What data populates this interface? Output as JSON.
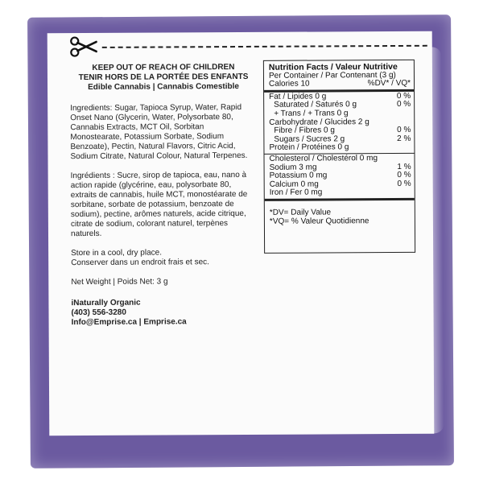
{
  "colors": {
    "pouch": "#6b5aa0",
    "label": "#fbfbfb",
    "text": "#222222"
  },
  "icons": {
    "scissors": "scissors-icon"
  },
  "warning": {
    "line1": "KEEP OUT OF REACH OF CHILDREN",
    "line2": "TENIR HORS DE LA PORTÉE DES ENFANTS",
    "line3": "Edible Cannabis | Cannabis Comestible"
  },
  "ingredients_en": "Ingredients: Sugar, Tapioca Syrup, Water, Rapid Onset Nano (Glycerin, Water, Polysorbate 80, Cannabis Extracts, MCT Oil, Sorbitan Monostearate, Potassium Sorbate, Sodium Benzoate), Pectin, Natural Flavors, Citric Acid, Sodium Citrate, Natural Colour, Natural Terpenes.",
  "ingredients_fr": "Ingrédients : Sucre, sirop de tapioca, eau, nano à action rapide (glycérine, eau, polysorbate 80, extraits de cannabis, huile MCT, monostéarate de sorbitane, sorbate de potassium, benzoate de sodium), pectine, arômes naturels, acide citrique, citrate de sodium, colorant naturel, terpènes naturels.",
  "storage": {
    "en": "Store in a cool, dry place.",
    "fr": "Conserver dans un endroit frais et sec."
  },
  "net_weight": "Net Weight | Poids Net: 3 g",
  "company": {
    "name": "iNaturally Organic",
    "phone": "(403) 556-3280",
    "contact": "Info@Emprise.ca | Emprise.ca"
  },
  "nutrition": {
    "title": "Nutrition Facts / Valeur Nutritive",
    "per": "Per Container / Par Contenant (3 g)",
    "calories": "Calories 10",
    "dv_header": "%DV* / VQ*",
    "rows": [
      {
        "label": "Fat / Lipides 0 g",
        "value": "0 %"
      },
      {
        "label": "Saturated / Saturés 0 g",
        "value": "0 %"
      },
      {
        "label": "+ Trans / + Trans 0 g",
        "value": ""
      },
      {
        "label": "Carbohydrate / Glucides 2 g",
        "value": ""
      },
      {
        "label": "Fibre / Fibres 0 g",
        "value": "0 %"
      },
      {
        "label": "Sugars / Sucres 2 g",
        "value": "2 %"
      },
      {
        "label": "Protein / Protéines 0 g",
        "value": ""
      },
      {
        "label": "Cholesterol / Cholestérol 0 mg",
        "value": ""
      },
      {
        "label": "Sodium 3 mg",
        "value": "1 %"
      },
      {
        "label": "Potassium 0 mg",
        "value": "0 %"
      },
      {
        "label": "Calcium 0 mg",
        "value": "0 %"
      },
      {
        "label": "Iron / Fer 0 mg",
        "value": ""
      }
    ],
    "footnote1": "*DV= Daily Value",
    "footnote2": "*VQ= % Valeur Quotidienne"
  }
}
